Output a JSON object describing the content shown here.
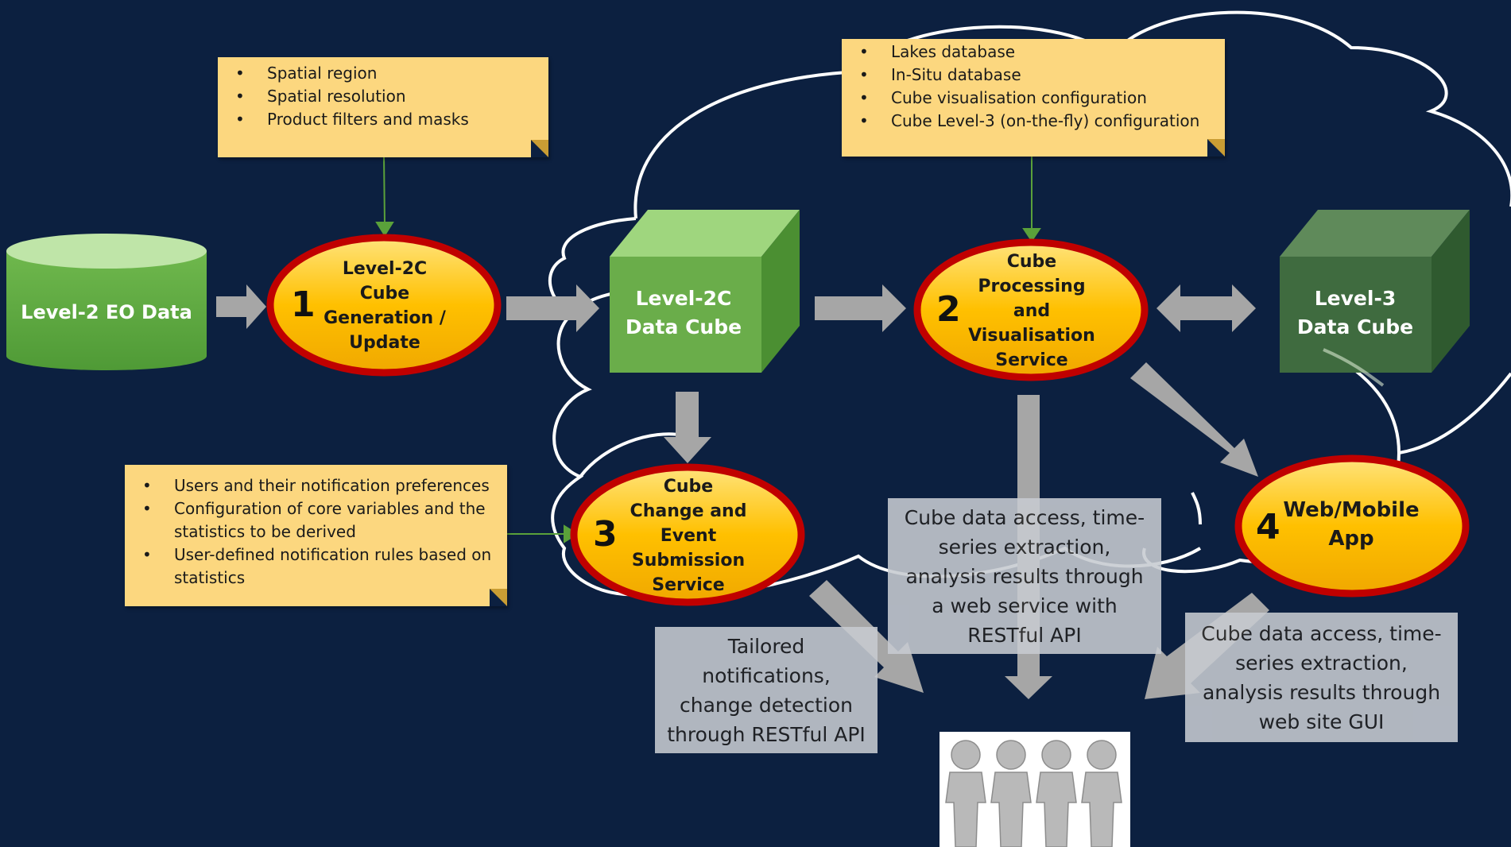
{
  "notes": {
    "note1": [
      "Spatial region",
      "Spatial resolution",
      "Product filters and masks"
    ],
    "note2": [
      "Lakes database",
      "In-Situ database",
      "Cube visualisation configuration",
      "Cube Level-3 (on-the-fly) configuration"
    ],
    "note3": [
      "Users and their notification preferences",
      "Configuration of core variables and the statistics to be derived",
      "User-defined notification rules based on statistics"
    ]
  },
  "nodes": {
    "level2_eo": "Level-2 EO Data",
    "level2c_cube": "Level-2C Data Cube",
    "level3_cube": "Level-3 Data Cube",
    "service1": {
      "num": "1",
      "label": "Level-2C Cube Generation / Update"
    },
    "service2": {
      "num": "2",
      "label": "Cube Processing and Visualisation Service"
    },
    "service3": {
      "num": "3",
      "label": "Cube Change and Event Submission Service"
    },
    "service4": {
      "num": "4",
      "label": "Web/Mobile App"
    }
  },
  "info": {
    "tailored": "Tailored notifications, change detection through RESTful API",
    "webservice": "Cube data access, time-series extraction, analysis results through a web service with RESTful API",
    "website": "Cube data access, time-series extraction, analysis results through web site GUI"
  },
  "colors": {
    "background": "#0c2040",
    "note": "#fcd77f",
    "ellipse_fill": "#ffc000",
    "ellipse_border": "#c00000",
    "cube_green": "#6aad4a",
    "cube_dark": "#3f6b3f",
    "arrow": "#a6a6a6"
  }
}
